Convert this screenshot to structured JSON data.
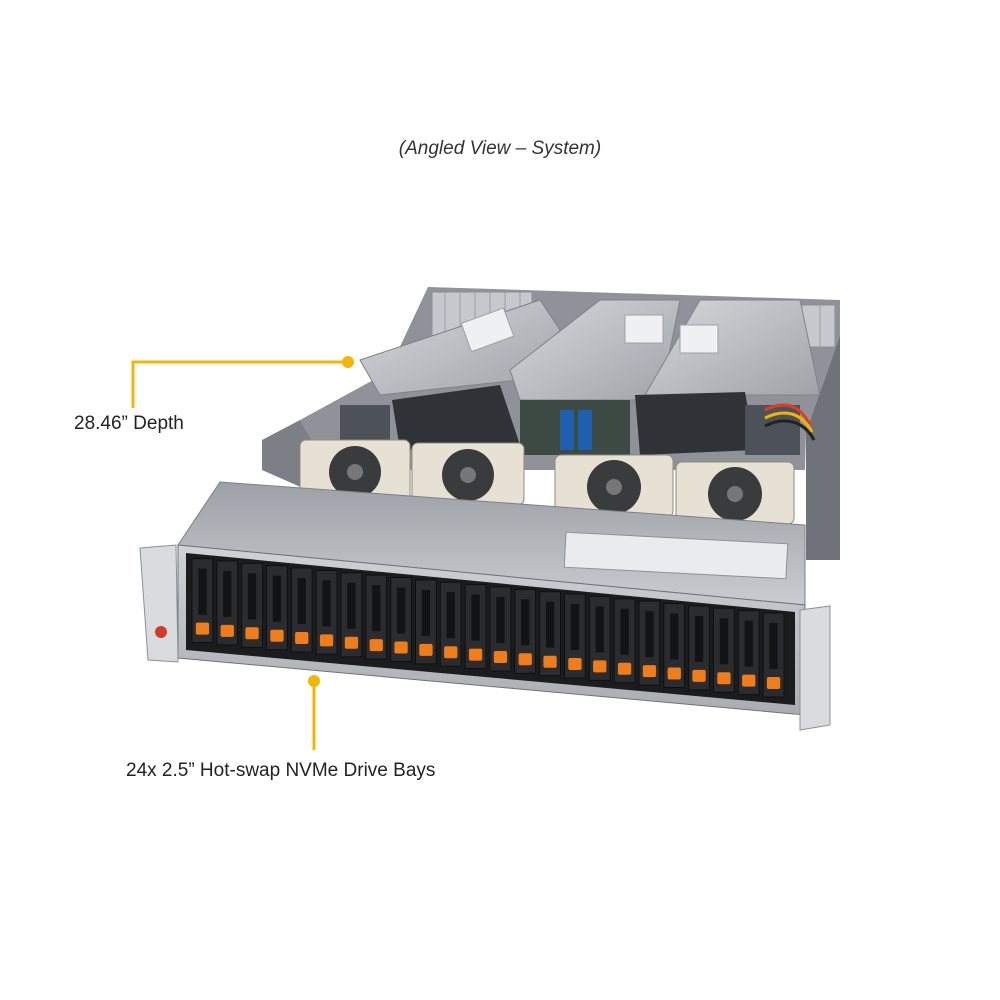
{
  "caption": "(Angled View – System)",
  "callouts": {
    "depth": "28.46” Depth",
    "drive_bays": "24x 2.5” Hot-swap NVMe Drive Bays"
  },
  "colors": {
    "callout": "#f2b705",
    "drive_latch": "#f07d1a",
    "chassis": "#b9bcc1"
  },
  "drive_bay_count": 24,
  "fan_count": 4
}
